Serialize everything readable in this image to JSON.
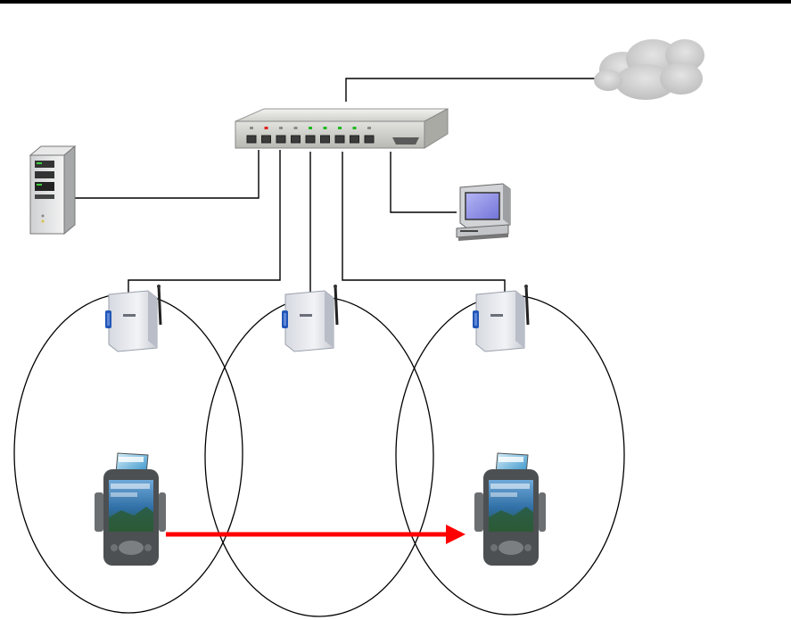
{
  "diagram": {
    "type": "network-roaming",
    "colors": {
      "background": "#ffffff",
      "header_rule": "#000000",
      "wire": "#000000",
      "cell_outline": "#000000",
      "roam_arrow": "#ff0000",
      "cloud": "#c8c8c8",
      "switch_body": "#d9dad5",
      "port_led_active": "#1fb81f",
      "port_led_alert": "#e02020",
      "monitor_screen": "#8f90e8",
      "access_point_body": "#e6e8ee",
      "access_point_badge": "#2255b8",
      "pda_body": "#4c5052",
      "pda_screen": "#3c7fb8"
    },
    "nodes": [
      {
        "id": "internet",
        "icon": "cloud-icon"
      },
      {
        "id": "switch",
        "icon": "network-switch-icon",
        "ports": 9
      },
      {
        "id": "server",
        "icon": "server-tower-icon"
      },
      {
        "id": "workstation",
        "icon": "desktop-computer-icon"
      },
      {
        "id": "ap-1",
        "icon": "wireless-access-point-icon"
      },
      {
        "id": "ap-2",
        "icon": "wireless-access-point-icon"
      },
      {
        "id": "ap-3",
        "icon": "wireless-access-point-icon"
      },
      {
        "id": "pda-start",
        "icon": "pda-with-card-icon"
      },
      {
        "id": "pda-end",
        "icon": "pda-with-card-icon"
      }
    ],
    "links": [
      {
        "from": "switch",
        "to": "internet"
      },
      {
        "from": "switch",
        "to": "server"
      },
      {
        "from": "switch",
        "to": "workstation"
      },
      {
        "from": "switch",
        "to": "ap-1"
      },
      {
        "from": "switch",
        "to": "ap-2"
      },
      {
        "from": "switch",
        "to": "ap-3"
      }
    ],
    "coverage_cells": [
      "ap-1",
      "ap-2",
      "ap-3"
    ],
    "roam": {
      "from": "pda-start",
      "to": "pda-end"
    }
  }
}
